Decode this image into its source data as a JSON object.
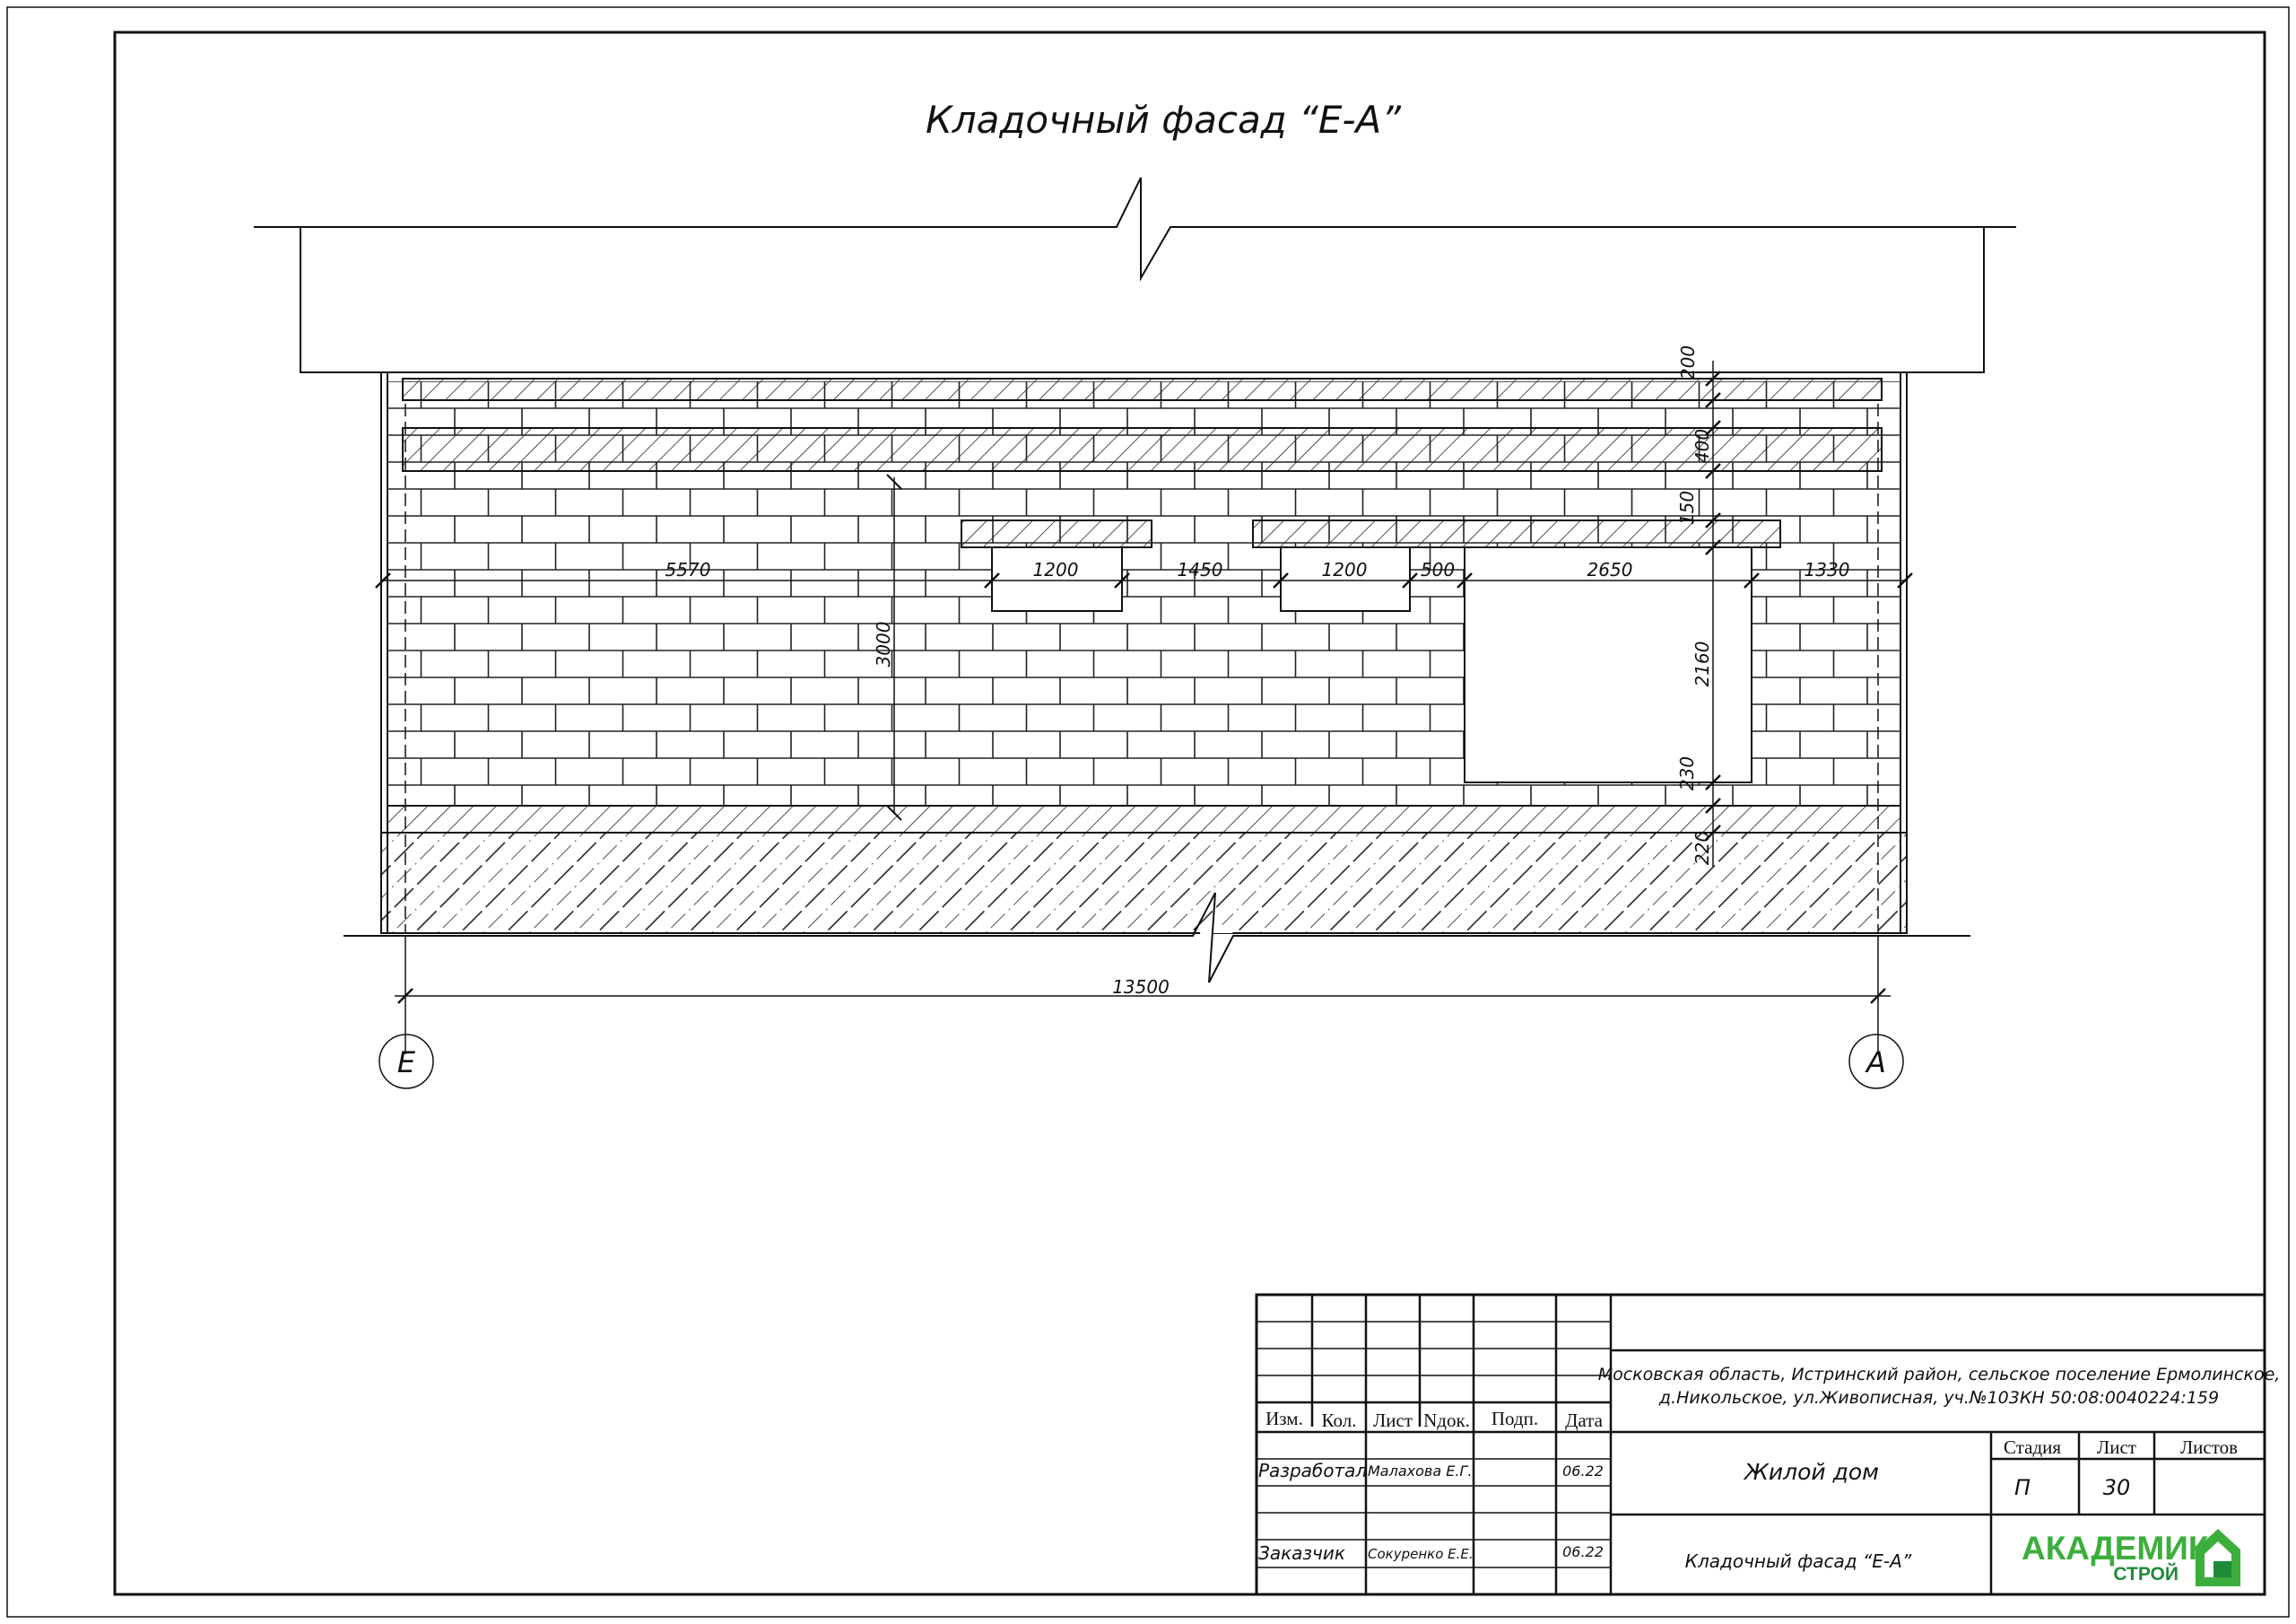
{
  "drawing": {
    "title": "Кладочный фасад “Е-А”",
    "dimensions": {
      "d5570": "5570",
      "d1200a": "1200",
      "d1450": "1450",
      "d1200b": "1200",
      "d500": "500",
      "d2650": "2650",
      "d1330": "1330",
      "d3000": "3000",
      "d2160": "2160",
      "d200": "200",
      "d400": "400",
      "d150": "150",
      "d230": "230",
      "d220": "220",
      "d13500": "13500"
    },
    "axes": {
      "left": "Е",
      "right": "А"
    }
  },
  "stamp": {
    "headers": {
      "izm": "Изм.",
      "kol": "Кол.",
      "list": "Лист",
      "ndok": "Nдок.",
      "podp": "Подп.",
      "data": "Дата"
    },
    "rows": {
      "developer_role": "Разработал",
      "developer_name": "Малахова Е.Г.",
      "developer_date": "06.22",
      "customer_role": "Заказчик",
      "customer_name": "Сокуренко Е.Е.",
      "customer_date": "06.22"
    },
    "address_line1": "Московская область, Истринский район, сельское поселение Ермолинское,",
    "address_line2": "д.Никольское, ул.Живописная, уч.№103КН 50:08:0040224:159",
    "object": "Жилой дом",
    "sheet_title": "Кладочный фасад “Е-А”",
    "stage_label": "Стадия",
    "sheet_label": "Лист",
    "sheets_label": "Листов",
    "stage_value": "П",
    "sheet_value": "30",
    "sheets_value": ""
  },
  "logo": {
    "main": "АКАДЕМИК",
    "sub": "СТРОЙ",
    "color_main": "#3cae3c",
    "color_dark": "#1f8a3a"
  }
}
